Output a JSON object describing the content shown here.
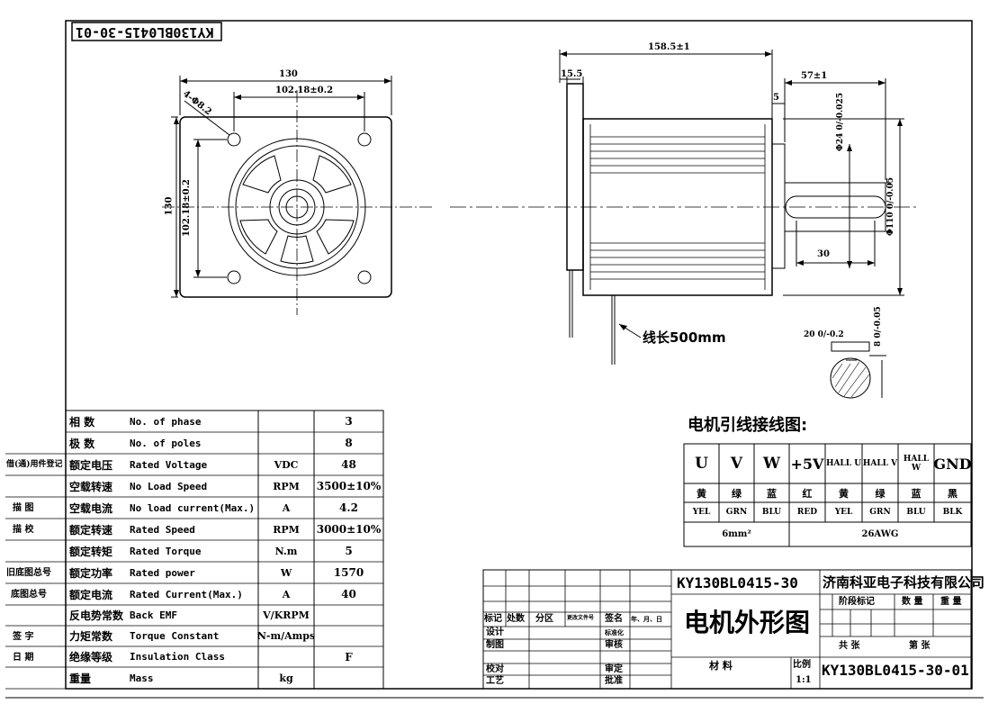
{
  "drawing_code_mirrored": "KY130BL0415-30-01",
  "side_block": [
    "借(通)用件登记",
    "描 图",
    "描 校",
    "旧底图总号",
    "底图总号",
    "签 字",
    "日 期"
  ],
  "front_view": {
    "dim_width": "130",
    "dim_pcd": "102.18±0.2",
    "dim_height": "130",
    "dim_pcd_v": "102.18±0.2",
    "dim_hole": "4-Φ8.2"
  },
  "side_view": {
    "dim_length": "158.5±1",
    "dim_flange": "15.5",
    "dim_shaft": "57±1",
    "dim_step": "5",
    "dim_key": "30",
    "dim_shaft_dia": "Φ24 0/-0.025",
    "dim_pilot": "Φ110 0/-0.05",
    "lead_label": "线长500mm"
  },
  "section_view": {
    "dim_key_w": "20 0/-0.2",
    "dim_key_h": "8 0/-0.05"
  },
  "wiring": {
    "title": "电机引线接线图:",
    "headers": [
      "U",
      "V",
      "W",
      "+5V",
      "HALL U",
      "HALL V",
      "HALL W",
      "GND"
    ],
    "colors_cn": [
      "黄",
      "绿",
      "蓝",
      "红",
      "黄",
      "绿",
      "蓝",
      "黑"
    ],
    "colors_en": [
      "YEL",
      "GRN",
      "BLU",
      "RED",
      "YEL",
      "GRN",
      "BLU",
      "BLK"
    ],
    "gauge_power": "6mm²",
    "gauge_signal": "26AWG"
  },
  "spec_table": [
    {
      "cn": "相 数",
      "en": "No. of phase",
      "unit": "",
      "value": "3"
    },
    {
      "cn": "极 数",
      "en": "No. of poles",
      "unit": "",
      "value": "8"
    },
    {
      "cn": "额定电压",
      "en": "Rated Voltage",
      "unit": "VDC",
      "value": "48"
    },
    {
      "cn": "空载转速",
      "en": "No Load Speed",
      "unit": "RPM",
      "value": "3500±10%"
    },
    {
      "cn": "空载电流",
      "en": "No load current(Max.)",
      "unit": "A",
      "value": "4.2"
    },
    {
      "cn": "额定转速",
      "en": "Rated Speed",
      "unit": "RPM",
      "value": "3000±10%"
    },
    {
      "cn": "额定转矩",
      "en": "Rated Torque",
      "unit": "N.m",
      "value": "5"
    },
    {
      "cn": "额定功率",
      "en": "Rated power",
      "unit": "W",
      "value": "1570"
    },
    {
      "cn": "额定电流",
      "en": "Rated Current(Max.)",
      "unit": "A",
      "value": "40"
    },
    {
      "cn": "反电势常数",
      "en": "Back EMF",
      "unit": "V/KRPM",
      "value": ""
    },
    {
      "cn": "力矩常数",
      "en": "Torque Constant",
      "unit": "N-m/Amps",
      "value": ""
    },
    {
      "cn": "绝缘等级",
      "en": "Insulation Class",
      "unit": "",
      "value": "F"
    },
    {
      "cn": "重量",
      "en": "Mass",
      "unit": "kg",
      "value": ""
    }
  ],
  "title_block": {
    "model": "KY130BL0415-30",
    "company": "济南科亚电子科技有限公司",
    "drawing_title": "电机外形图",
    "drawing_no": "KY130BL0415-30-01",
    "row_labels": [
      "标记",
      "处数",
      "分区",
      "更改文件号",
      "签名",
      "年、月、日"
    ],
    "left_labels": [
      "设计",
      "制图",
      "校对",
      "工艺"
    ],
    "mid_labels": [
      "标准化",
      "审核",
      "审定",
      "批准"
    ],
    "stage_label": "阶段标记",
    "qty_label": "数 量",
    "weight_label": "重 量",
    "sheets_total": "共   张",
    "sheet_no": "第   张",
    "material_label": "材    料",
    "scale_label": "比例",
    "scale_value": "1:1"
  }
}
